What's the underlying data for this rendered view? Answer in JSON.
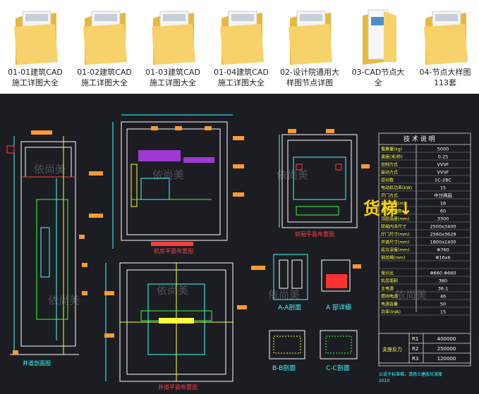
{
  "folders": [
    {
      "label_line1": "01-01建筑CAD",
      "label_line2": "施工详图大全",
      "icon": "folder-icon"
    },
    {
      "label_line1": "01-02建筑CAD",
      "label_line2": "施工详图大全",
      "icon": "folder-icon"
    },
    {
      "label_line1": "01-03建筑CAD",
      "label_line2": "施工详图大全",
      "icon": "folder-icon"
    },
    {
      "label_line1": "01-04建筑CAD",
      "label_line2": "施工详图大全",
      "icon": "folder-icon"
    },
    {
      "label_line1": "02-设计院通用大",
      "label_line2": "样图节点详图",
      "icon": "folder-icon"
    },
    {
      "label_line1": "03-CAD节点大",
      "label_line2": "全",
      "icon": "folder-open-icon"
    },
    {
      "label_line1": "04-节点大样图",
      "label_line2": "113套",
      "icon": "folder-icon"
    }
  ],
  "drawing": {
    "title": "货梯↓",
    "watermark": "依尚美",
    "labels": {
      "shaft_section": "井道剖面图",
      "machine_room": "机房平面布置图",
      "pit_plan": "井道平面布置图",
      "detail_plan": "轿厢平面布置图",
      "aa": "A-A剖面",
      "a_detail": "A 部详细",
      "bb": "B-B剖面",
      "cc": "C-C剖面",
      "bottom_note": "以适于标准梯，请用土建底坑深度",
      "bottom_note2": "2010"
    },
    "spec_table": {
      "header": "技 术 说 明",
      "rows": [
        {
          "k": "载重量(kg)",
          "v": "5000"
        },
        {
          "k": "速度(米/秒)",
          "v": "0.25"
        },
        {
          "k": "控制方式",
          "v": "VVVF"
        },
        {
          "k": "驱动方式",
          "v": "VVVF"
        },
        {
          "k": "层站数",
          "v": "1C-2BC"
        },
        {
          "k": "电动机功率(kW)",
          "v": "15"
        },
        {
          "k": "开门方式",
          "v": "中分两扇"
        },
        {
          "k": "提升高度(m)",
          "v": "16"
        },
        {
          "k": "最大停站数",
          "v": "60"
        },
        {
          "k": "顶层高度(mm)",
          "v": "3300"
        },
        {
          "k": "轿厢内净尺寸",
          "v": "2500x3400"
        },
        {
          "k": "厅门尺寸(mm)",
          "v": "2560x3629"
        },
        {
          "k": "井道尺寸(mm)",
          "v": "1800x2400"
        },
        {
          "k": "底坑深度(mm)",
          "v": "Φ760"
        },
        {
          "k": "钢丝绳(mm)",
          "v": "Φ16x6"
        },
        {
          "k": "",
          "v": ""
        },
        {
          "k": "曳引比",
          "v": "Φ660 Φ660"
        },
        {
          "k": "机房面积",
          "v": "380"
        },
        {
          "k": "主电源",
          "v": "36.1"
        },
        {
          "k": "照明电源",
          "v": "46"
        },
        {
          "k": "电源容量",
          "v": "50"
        },
        {
          "k": "功率(kVA)",
          "v": "15"
        }
      ],
      "loads": [
        {
          "k": "R1",
          "v": "400000"
        },
        {
          "k": "R2",
          "v": "250000"
        },
        {
          "k": "R3",
          "v": "120000"
        }
      ],
      "load_label": "支座反力"
    }
  }
}
